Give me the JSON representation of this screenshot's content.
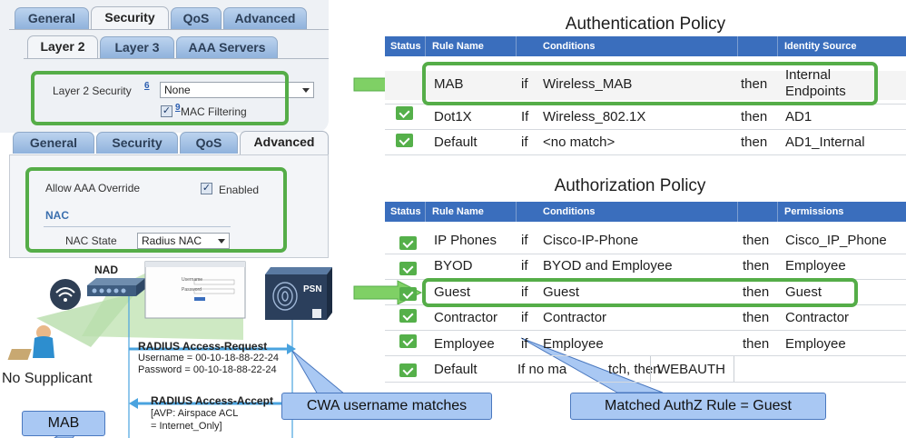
{
  "wlc_security": {
    "tabs": [
      "General",
      "Security",
      "QoS",
      "Advanced"
    ],
    "subtabs": [
      "Layer 2",
      "Layer 3",
      "AAA Servers"
    ],
    "layer2_security_label": "Layer 2 Security",
    "layer2_security_footnote": "6",
    "layer2_security_value": "None",
    "mac_filtering_footnote": "9",
    "mac_filtering_label": "MAC Filtering"
  },
  "wlc_advanced": {
    "tabs": [
      "General",
      "Security",
      "QoS",
      "Advanced"
    ],
    "allow_aaa_label": "Allow AAA Override",
    "allow_aaa_value": "Enabled",
    "nac_section": "NAC",
    "nac_state_label": "NAC State",
    "nac_state_value": "Radius NAC"
  },
  "authentication_policy": {
    "title": "Authentication Policy",
    "headers": {
      "status": "Status",
      "rule_name": "Rule Name",
      "conditions": "Conditions",
      "identity_source": "Identity Source"
    },
    "rows": [
      {
        "name": "MAB",
        "if": "if",
        "condition": "Wireless_MAB",
        "then": "then",
        "result_line1": "Internal",
        "result_line2": "Endpoints"
      },
      {
        "name": "Dot1X",
        "if": "If",
        "condition": "Wireless_802.1X",
        "then": "then",
        "result_line1": "AD1",
        "result_line2": ""
      },
      {
        "name": "Default",
        "if": "if",
        "condition": "<no match>",
        "then": "then",
        "result_line1": "AD1_Internal",
        "result_line2": ""
      }
    ]
  },
  "authorization_policy": {
    "title": "Authorization Policy",
    "headers": {
      "status": "Status",
      "rule_name": "Rule Name",
      "conditions": "Conditions",
      "permissions": "Permissions"
    },
    "rows": [
      {
        "name": "IP Phones",
        "if": "if",
        "condition": "Cisco-IP-Phone",
        "then": "then",
        "result": "Cisco_IP_Phone"
      },
      {
        "name": "BYOD",
        "if": "if",
        "condition": "BYOD and Employee",
        "then": "then",
        "result": "Employee"
      },
      {
        "name": "Guest",
        "if": "if",
        "condition": "Guest",
        "then": "then",
        "result": "Guest"
      },
      {
        "name": "Contractor",
        "if": "if",
        "condition": "Contractor",
        "then": "then",
        "result": "Contractor"
      },
      {
        "name": "Employee",
        "if": "if",
        "condition": "Employee",
        "then": "then",
        "result": "Employee"
      },
      {
        "name": "Default",
        "if": "If no ma",
        "condition": "tch, then",
        "then": "",
        "result": "WEBAUTH"
      }
    ]
  },
  "diagram": {
    "nad_label": "NAD",
    "psn_label": "PSN",
    "client_label": "No Supplicant",
    "request_title": "RADIUS Access-Request",
    "request_user": "Username = 00-10-18-88-22-24",
    "request_pass": "Password = 00-10-18-88-22-24",
    "accept_title": "RADIUS Access-Accept",
    "accept_avp1": "[AVP: Airspace ACL",
    "accept_avp2": "= Internet_Only]",
    "login_user_label": "Username",
    "login_pass_label": "Password"
  },
  "callouts": {
    "mab": "MAB",
    "cwa": "CWA username matches",
    "matched": "Matched AuthZ Rule = Guest"
  },
  "colors": {
    "highlight_green": "#55ad48",
    "table_header_blue": "#3a6ebd",
    "callout_blue": "#a9c8f3",
    "radius_line": "#4aa3df"
  }
}
